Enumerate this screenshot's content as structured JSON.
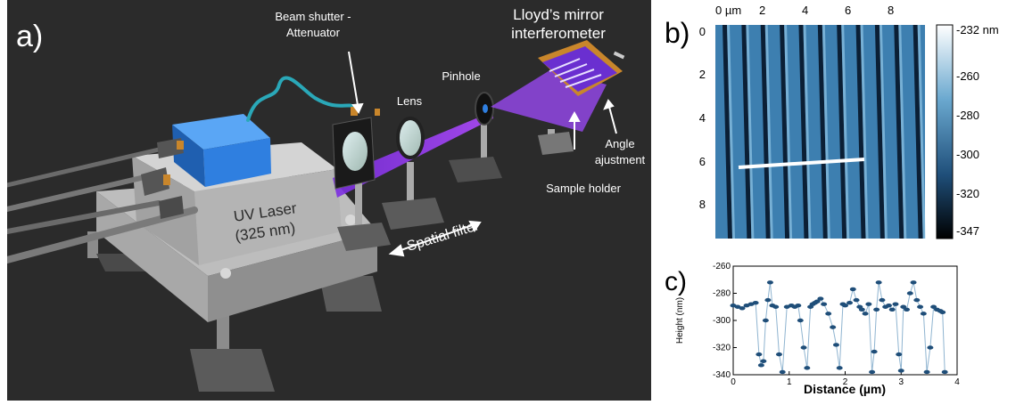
{
  "panel_a": {
    "label": "a)",
    "callouts": {
      "beam_shutter": [
        "Beam shutter -",
        "Attenuator"
      ],
      "lloyds_mirror": [
        "Lloyd’s mirror",
        "interferometer"
      ],
      "pinhole": "Pinhole",
      "lens": "Lens",
      "angle": [
        "Angle",
        "ajustment"
      ],
      "sample_holder": "Sample holder",
      "spatial_filter": "Spatial filter",
      "uv_laser": [
        "UV Laser",
        "(325 nm)"
      ]
    },
    "colors": {
      "background": "#2b2b2b",
      "beam": "#9b3cf0",
      "laser_head": "#2f7fe0",
      "cable": "#2aa8b8"
    }
  },
  "panel_b": {
    "label": "b)",
    "x_ticks": [
      "0 µm",
      "2",
      "4",
      "6",
      "8"
    ],
    "y_ticks": [
      "0",
      "2",
      "4",
      "6",
      "8"
    ],
    "colorbar_ticks": [
      "-232 nm",
      "-260",
      "-280",
      "-300",
      "-320",
      "-347"
    ],
    "colors": {
      "stripe_light": "#3d7fb0",
      "stripe_dark": "#0b1f35"
    }
  },
  "panel_c": {
    "label": "c)"
  },
  "chart_data": {
    "type": "line",
    "xlabel": "Distance (µm)",
    "ylabel": "Height (nm)",
    "xlim": [
      0,
      4
    ],
    "ylim": [
      -340,
      -260
    ],
    "x_ticks": [
      "0",
      "1",
      "2",
      "3",
      "4"
    ],
    "y_ticks": [
      "-260",
      "-280",
      "-300",
      "-320",
      "-340"
    ],
    "series": [
      {
        "color": "#1f4e79",
        "x": [
          0.0,
          0.08,
          0.16,
          0.24,
          0.32,
          0.4,
          0.46,
          0.5,
          0.54,
          0.58,
          0.62,
          0.66,
          0.7,
          0.76,
          0.82,
          0.88,
          0.96,
          1.04,
          1.1,
          1.16,
          1.2,
          1.26,
          1.32,
          1.38,
          1.42,
          1.46,
          1.5,
          1.56,
          1.62,
          1.7,
          1.78,
          1.84,
          1.9,
          1.96,
          2.0,
          2.08,
          2.14,
          2.2,
          2.26,
          2.3,
          2.36,
          2.42,
          2.48,
          2.52,
          2.56,
          2.6,
          2.66,
          2.72,
          2.78,
          2.84,
          2.9,
          2.96,
          3.0,
          3.04,
          3.1,
          3.16,
          3.22,
          3.28,
          3.34,
          3.4,
          3.46,
          3.52,
          3.58,
          3.64,
          3.7,
          3.74,
          3.78
        ],
        "y": [
          -289,
          -290,
          -291,
          -289,
          -288,
          -287,
          -325,
          -333,
          -330,
          -300,
          -285,
          -272,
          -289,
          -290,
          -325,
          -338,
          -290,
          -289,
          -290,
          -289,
          -300,
          -320,
          -335,
          -290,
          -288,
          -287,
          -286,
          -284,
          -288,
          -295,
          -305,
          -318,
          -335,
          -288,
          -289,
          -287,
          -277,
          -285,
          -290,
          -292,
          -295,
          -288,
          -338,
          -323,
          -292,
          -272,
          -285,
          -290,
          -289,
          -292,
          -288,
          -325,
          -337,
          -290,
          -292,
          -280,
          -272,
          -285,
          -290,
          -295,
          -338,
          -320,
          -290,
          -292,
          -293,
          -294,
          -338
        ]
      }
    ]
  }
}
